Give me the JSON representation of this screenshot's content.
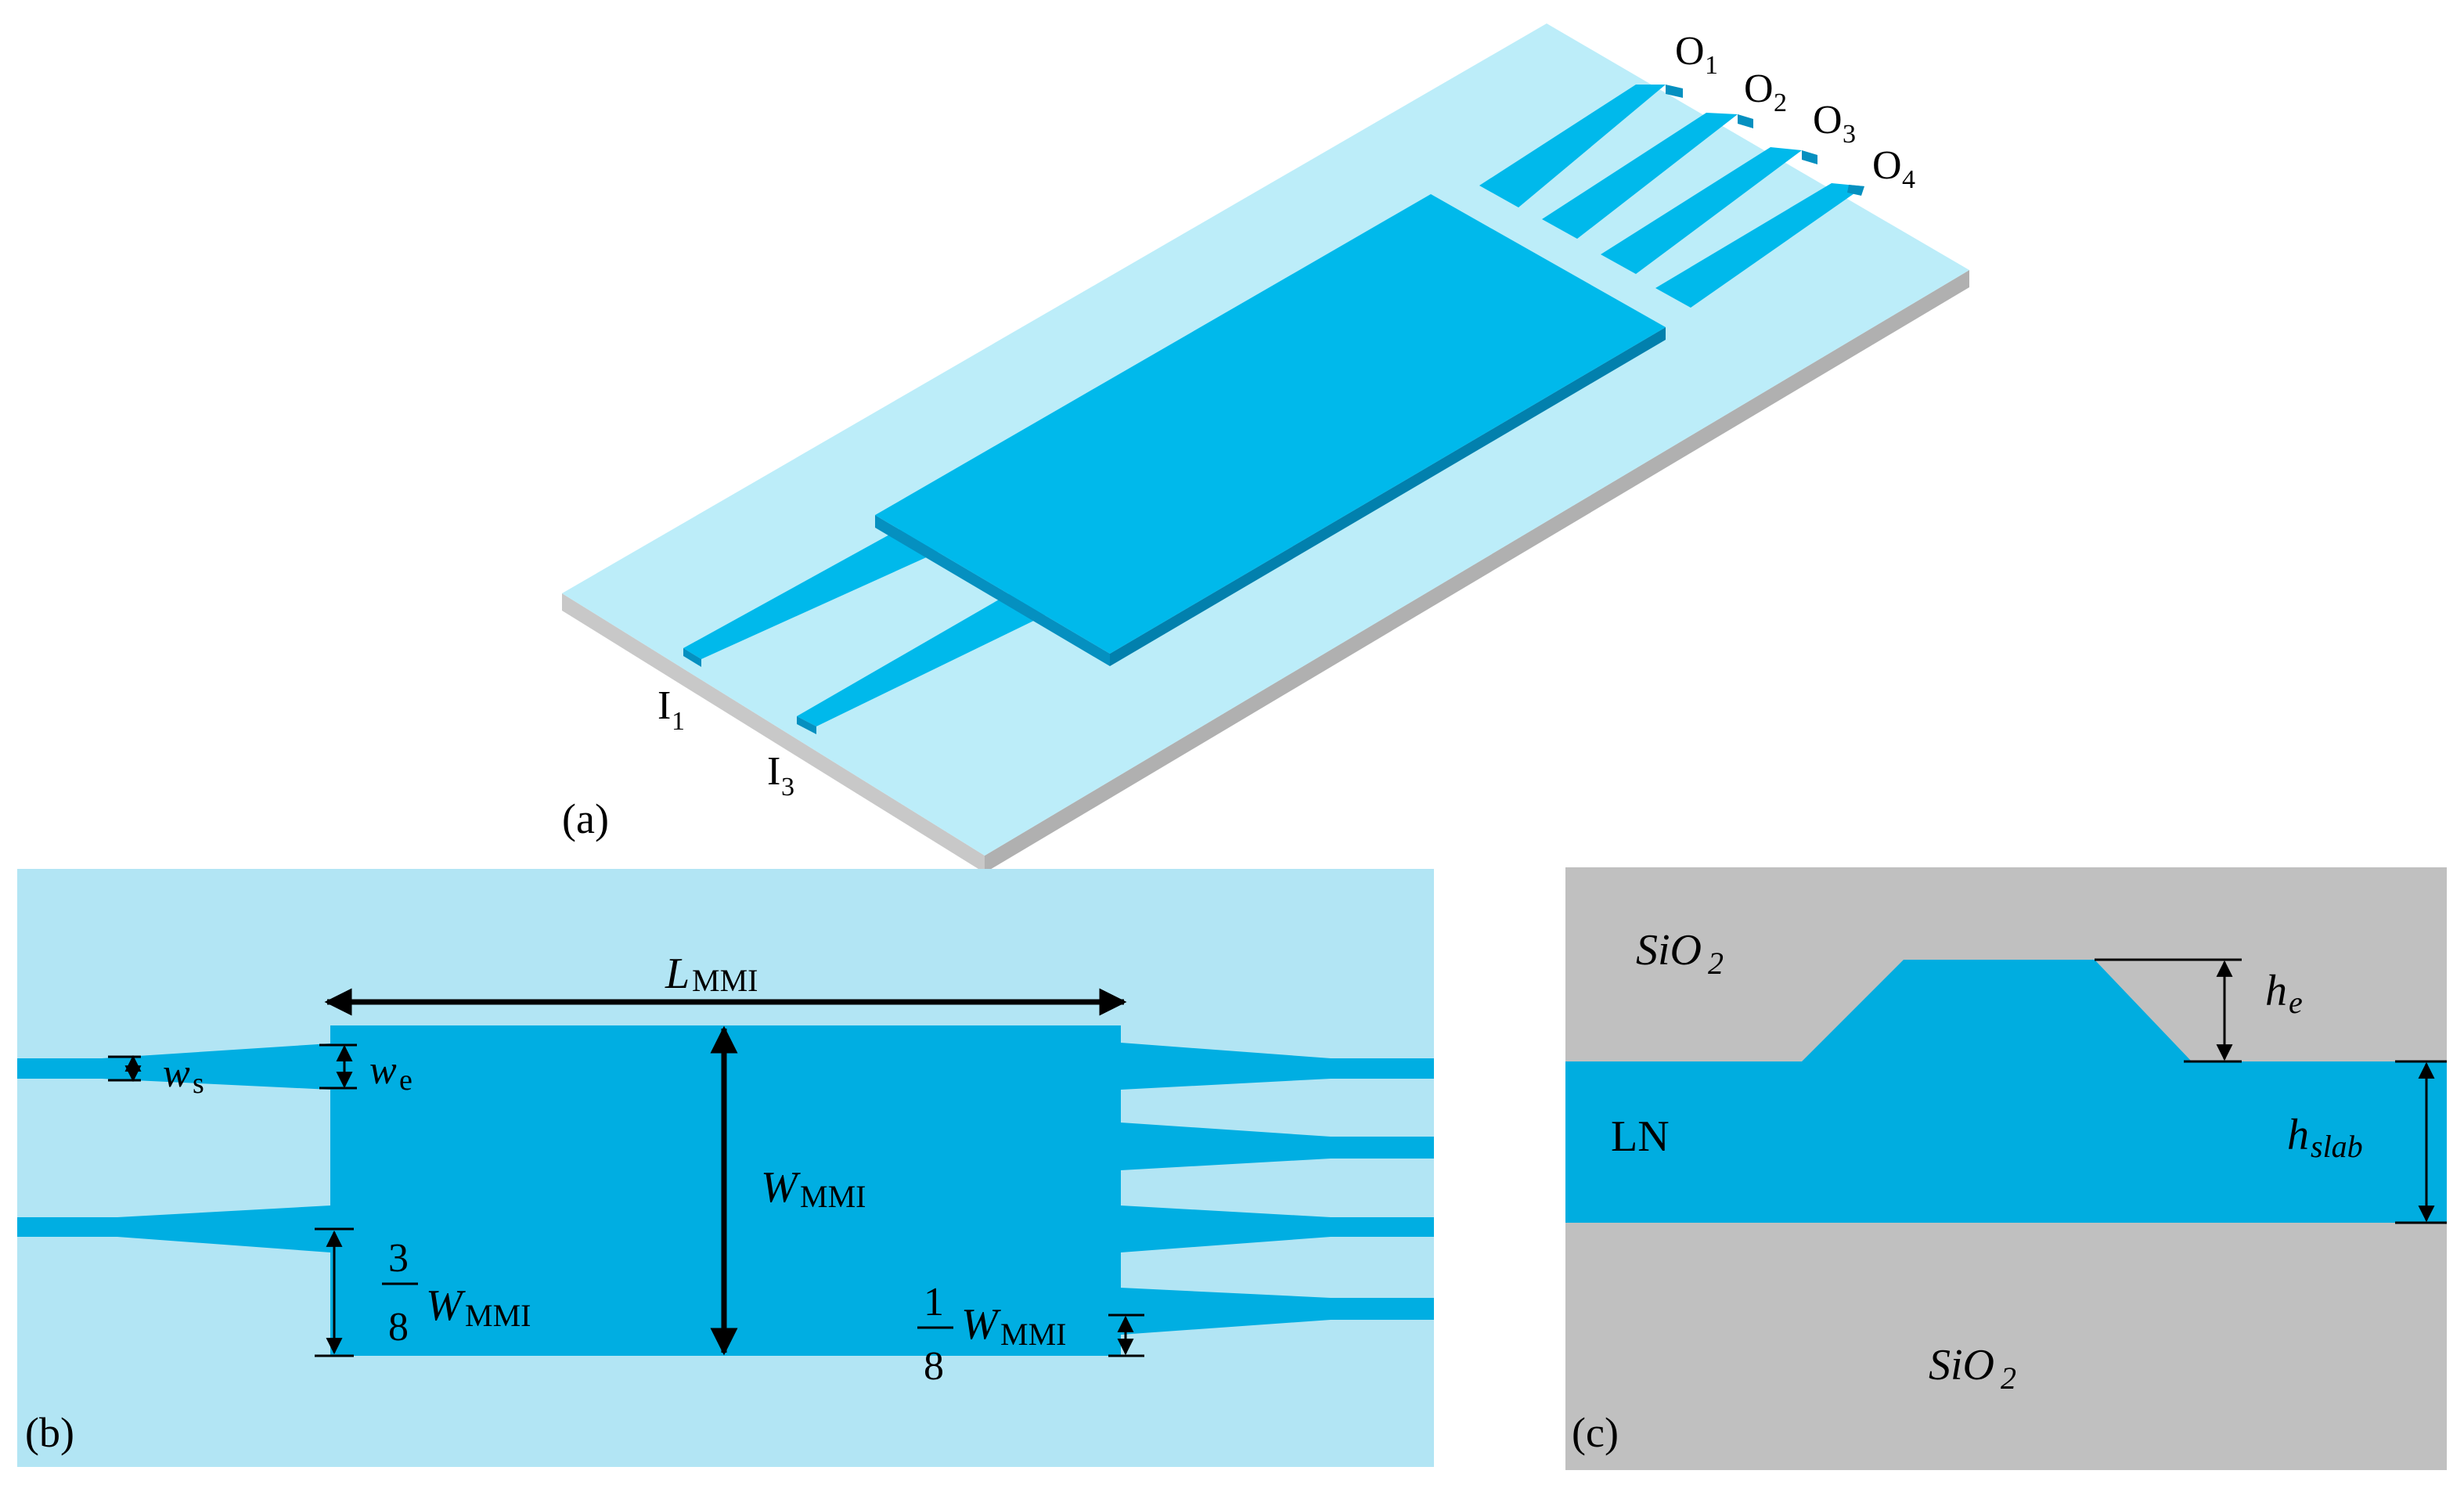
{
  "colors": {
    "white": "#ffffff",
    "substrate_top": "#bcedf9",
    "substrate_front": "#c3c3c3",
    "substrate_side": "#a9a9a9",
    "waveguide": "#00b9eb",
    "waveguide_edge": "#0590c0",
    "panel_b_bg": "#b2e5f4",
    "panel_b_wg": "#00aee2",
    "panel_c_bg": "#c0c0c0",
    "panel_c_wg": "#00ade0",
    "ink": "#000000"
  },
  "panel_a": {
    "tag": "(a)",
    "outputs": [
      {
        "base": "O",
        "sub": "1"
      },
      {
        "base": "O",
        "sub": "2"
      },
      {
        "base": "O",
        "sub": "3"
      },
      {
        "base": "O",
        "sub": "4"
      }
    ],
    "inputs": [
      {
        "base": "I",
        "sub": "1"
      },
      {
        "base": "I",
        "sub": "3"
      }
    ]
  },
  "panel_b": {
    "tag": "(b)",
    "length_label": {
      "base": "L",
      "sub": "MMI"
    },
    "width_label": {
      "base": "W",
      "sub": "MMI"
    },
    "ws_label": {
      "base": "w",
      "sub": "s"
    },
    "we_label": {
      "base": "w",
      "sub": "e"
    },
    "frac_3_8": {
      "num": "3",
      "den": "8",
      "base": "W",
      "sub": "MMI"
    },
    "frac_1_8": {
      "num": "1",
      "den": "8",
      "base": "W",
      "sub": "MMI"
    }
  },
  "panel_c": {
    "tag": "(c)",
    "top_oxide": {
      "base": "SiO",
      "sub": "2"
    },
    "bottom_oxide": {
      "base": "SiO",
      "sub": "2"
    },
    "core": "LN",
    "he_label": {
      "base": "h",
      "sub": "e"
    },
    "hslab_label": {
      "base": "h",
      "sub": "slab"
    }
  }
}
